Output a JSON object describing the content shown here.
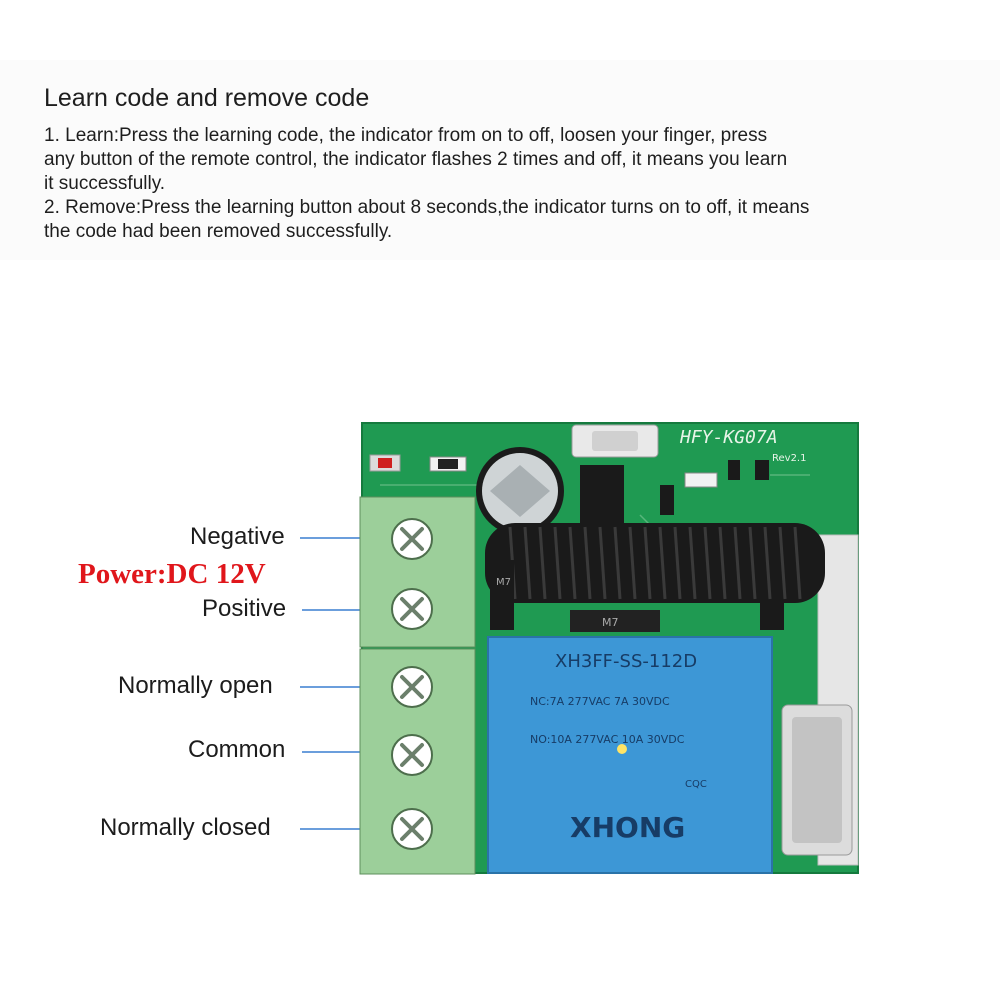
{
  "header": {
    "title": "Learn code and remove code",
    "step1_lines": [
      "1. Learn:Press the learning code, the indicator from on to off, loosen your finger, press",
      "any button of the remote control, the indicator flashes 2 times and off, it means you learn",
      "it successfully."
    ],
    "step2_lines": [
      "2. Remove:Press the learning button about 8 seconds,the indicator turns on to off, it means",
      "the code had been removed successfully."
    ]
  },
  "labels": {
    "negative": "Negative",
    "power": "Power:DC 12V",
    "positive": "Positive",
    "normally_open": "Normally open",
    "common": "Common",
    "normally_closed": "Normally closed"
  },
  "board": {
    "model": "HFY-KG07A",
    "revision": "Rev2.1",
    "relay_model": "XH3FF-SS-112D",
    "relay_rating_1": "NC:7A 277VAC  7A 30VDC",
    "relay_rating_2": "NO:10A 277VAC  10A 30VDC",
    "relay_brand": "XHONG",
    "cqc": "CQC",
    "inductor_label": "M7",
    "diode_label": "M7"
  },
  "colors": {
    "pcb": "#1f9a52",
    "terminal": "#9ccf9a",
    "relay": "#3d97d6",
    "power_text": "#e0161b",
    "leader": "#3a7fd0"
  }
}
